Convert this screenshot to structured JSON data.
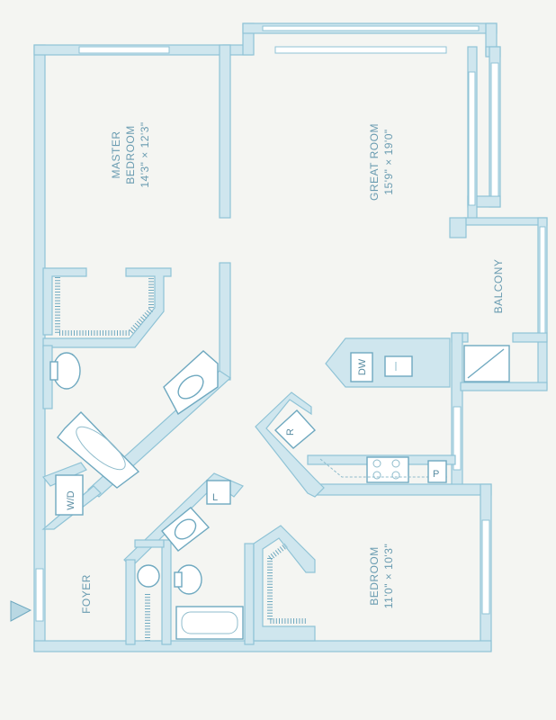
{
  "rooms": {
    "master_bedroom": {
      "name_line1": "MASTER",
      "name_line2": "BEDROOM",
      "dims": "14'3\" × 12'3\""
    },
    "great_room": {
      "name": "GREAT ROOM",
      "dims": "15'9\" × 19'0\""
    },
    "balcony": {
      "name": "BALCONY"
    },
    "bedroom": {
      "name": "BEDROOM",
      "dims": "11'0\" × 10'3\""
    },
    "foyer": {
      "name": "FOYER"
    }
  },
  "fixtures": {
    "dishwasher": "DW",
    "refrigerator": "R",
    "pantry": "P",
    "washer_dryer": "W/D",
    "linen": "L"
  },
  "colors": {
    "wall": "#cfe6ee",
    "wall_edge": "#8fc3d6",
    "text": "#6a9cb1",
    "paper": "#f4f5f2"
  }
}
